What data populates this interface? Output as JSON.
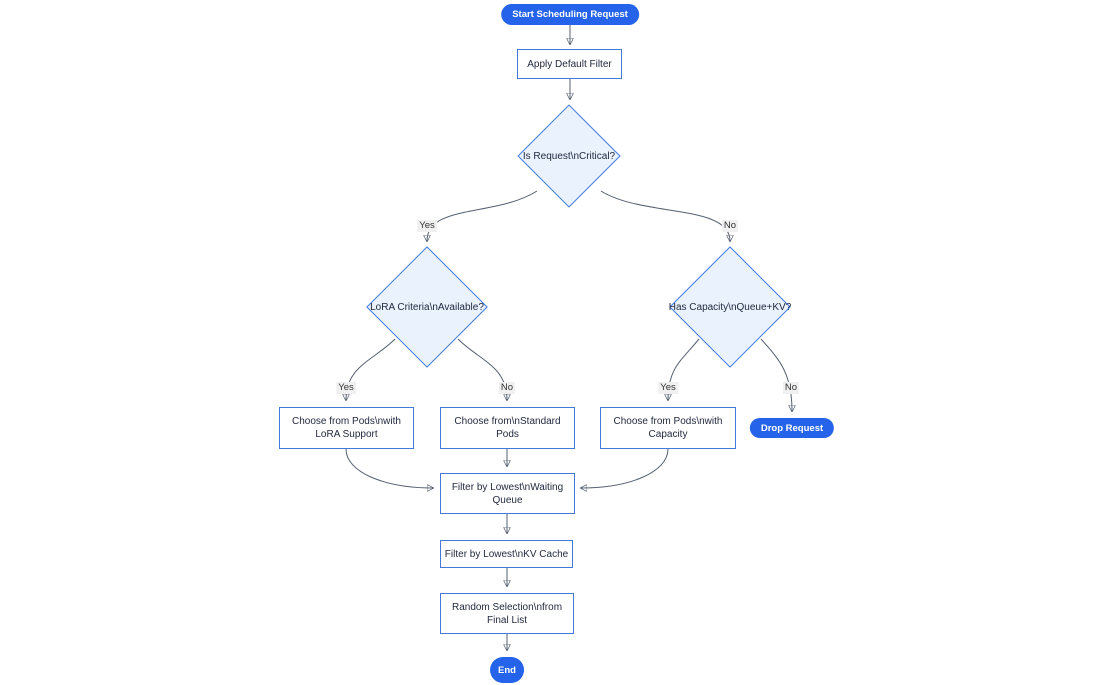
{
  "diagram": {
    "type": "flowchart",
    "direction": "top-down",
    "colors": {
      "accent_blue": "#2563eb",
      "node_border": "#4379dd",
      "node_fill": "#ffffff",
      "decision_fill": "#e9f2fd",
      "text": "#222a3f",
      "edge": "#556070",
      "edge_label_bg": "#f0f0f0",
      "edge_label_text": "#333333"
    },
    "nodes": {
      "start": {
        "type": "stadium",
        "label": "Start Scheduling Request"
      },
      "apply_filter": {
        "type": "process",
        "label": "Apply Default Filter"
      },
      "is_critical": {
        "type": "decision",
        "label": "Is Request\\nCritical?"
      },
      "lora_criteria": {
        "type": "decision",
        "label": "LoRA Criteria\\nAvailable?"
      },
      "has_capacity": {
        "type": "decision",
        "label": "Has Capacity\\nQueue+KV?"
      },
      "choose_lora": {
        "type": "process",
        "lines": [
          "Choose from Pods\\nwith",
          "LoRA Support"
        ]
      },
      "choose_standard": {
        "type": "process",
        "lines": [
          "Choose from\\nStandard",
          "Pods"
        ]
      },
      "choose_capacity": {
        "type": "process",
        "lines": [
          "Choose from Pods\\nwith",
          "Capacity"
        ]
      },
      "drop_request": {
        "type": "stadium",
        "label": "Drop Request"
      },
      "filter_queue": {
        "type": "process",
        "lines": [
          "Filter by Lowest\\nWaiting",
          "Queue"
        ]
      },
      "filter_kv": {
        "type": "process",
        "label": "Filter by Lowest\\nKV Cache"
      },
      "random_selection": {
        "type": "process",
        "lines": [
          "Random Selection\\nfrom",
          "Final List"
        ]
      },
      "end": {
        "type": "stadium",
        "label": "End"
      }
    },
    "edge_labels": [
      {
        "text": "Yes"
      },
      {
        "text": "No"
      },
      {
        "text": "Yes"
      },
      {
        "text": "No"
      },
      {
        "text": "Yes"
      },
      {
        "text": "No"
      }
    ]
  }
}
